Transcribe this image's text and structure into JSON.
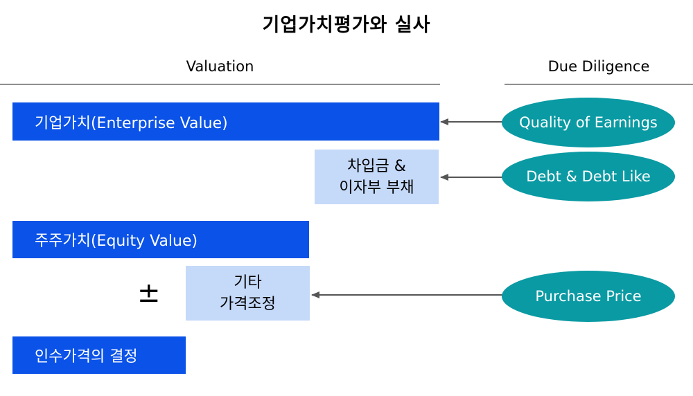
{
  "title": "기업가치평가와 실사",
  "columns": {
    "valuation": "Valuation",
    "due_diligence": "Due Diligence"
  },
  "valuation_items": {
    "enterprise_value": "기업가치(Enterprise Value)",
    "debt_line1": "차입금 &",
    "debt_line2": "이자부 부채",
    "equity_value": "주주가치(Equity Value)",
    "plus_minus": "±",
    "other_line1": "기타",
    "other_line2": "가격조정",
    "purchase_decision": "인수가격의 결정"
  },
  "dd_items": {
    "quality_of_earnings": "Quality of Earnings",
    "debt_like": "Debt & Debt Like",
    "purchase_price": "Purchase Price"
  },
  "colors": {
    "bar_blue": "#0a52e8",
    "box_light_blue": "#c5d9f9",
    "ellipse_teal": "#0a9aa3",
    "arrow_gray": "#555555"
  }
}
